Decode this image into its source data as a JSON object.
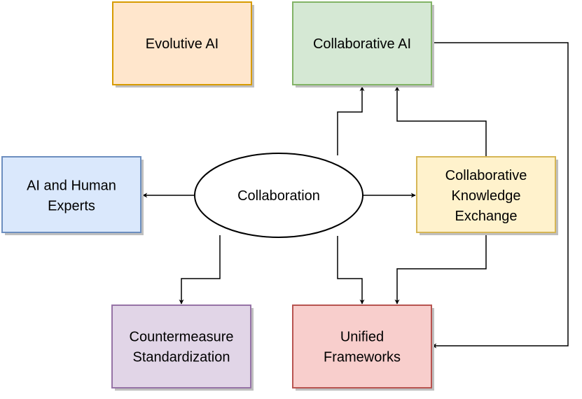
{
  "nodes": {
    "evolutive_ai": {
      "lines": [
        "Evolutive AI"
      ],
      "fill": "#ffe6cc",
      "stroke": "#d79b00"
    },
    "collaborative_ai": {
      "lines": [
        "Collaborative AI"
      ],
      "fill": "#d5e8d4",
      "stroke": "#82b366"
    },
    "ai_human_experts": {
      "lines": [
        "AI and Human",
        "Experts"
      ],
      "fill": "#dae8fc",
      "stroke": "#6c8ebf"
    },
    "collaboration": {
      "lines": [
        "Collaboration"
      ],
      "fill": "#ffffff",
      "stroke": "#000000"
    },
    "knowledge_exchange": {
      "lines": [
        "Collaborative",
        "Knowledge",
        "Exchange"
      ],
      "fill": "#fff2cc",
      "stroke": "#d6b656"
    },
    "countermeasure": {
      "lines": [
        "Countermeasure",
        "Standardization"
      ],
      "fill": "#e1d5e7",
      "stroke": "#9673a6"
    },
    "unified_frameworks": {
      "lines": [
        "Unified",
        "Frameworks"
      ],
      "fill": "#f8cecc",
      "stroke": "#b85450"
    }
  },
  "colors": {
    "edge": "#000000",
    "shadow": "#bfbfbf"
  }
}
